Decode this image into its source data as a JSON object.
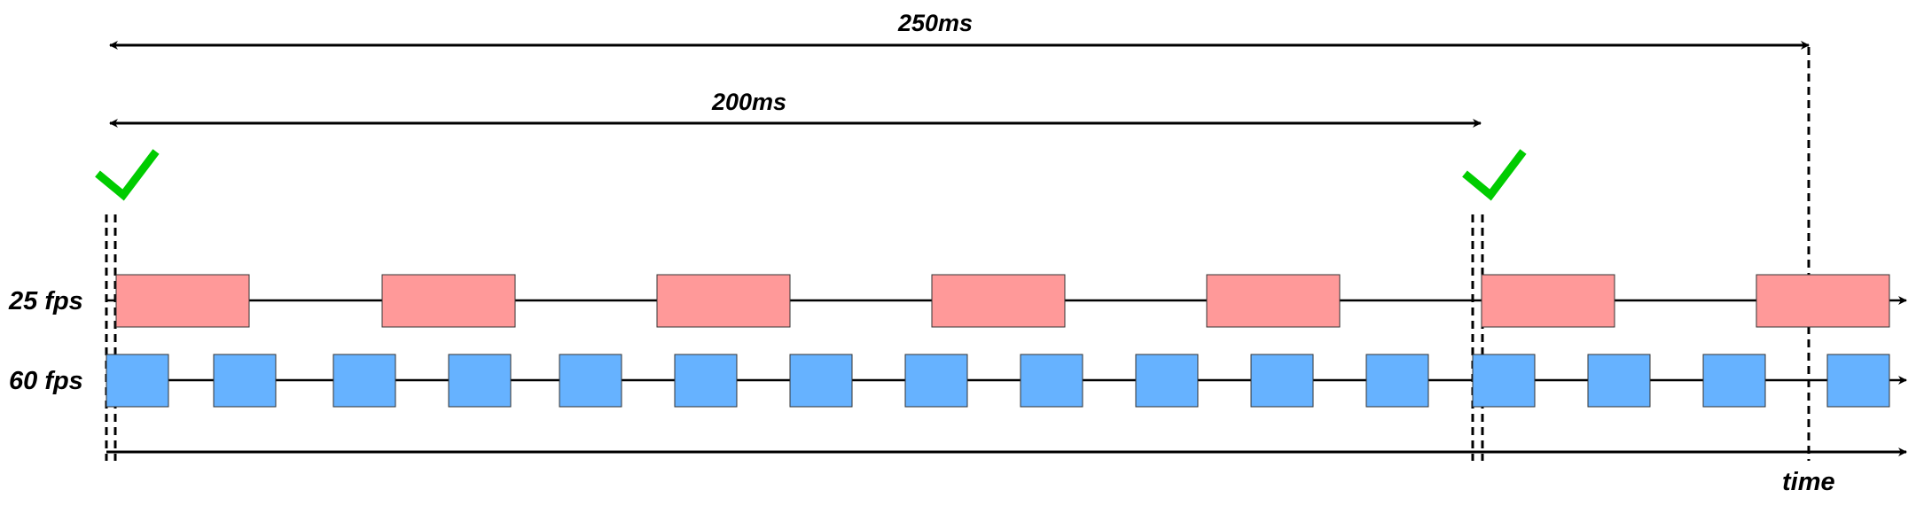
{
  "dimensions": {
    "span_250": "250ms",
    "span_200": "200ms"
  },
  "tracks": [
    {
      "label": "25 fps",
      "frame_color": "#FF9999",
      "frame_count": 7
    },
    {
      "label": "60 fps",
      "frame_color": "#66B2FF",
      "frame_count": 16
    }
  ],
  "axis": {
    "label": "time"
  },
  "sync_marks": {
    "color": "#00CC00",
    "count": 2
  },
  "colors": {
    "line": "#000000",
    "frame_border": "#333333"
  }
}
